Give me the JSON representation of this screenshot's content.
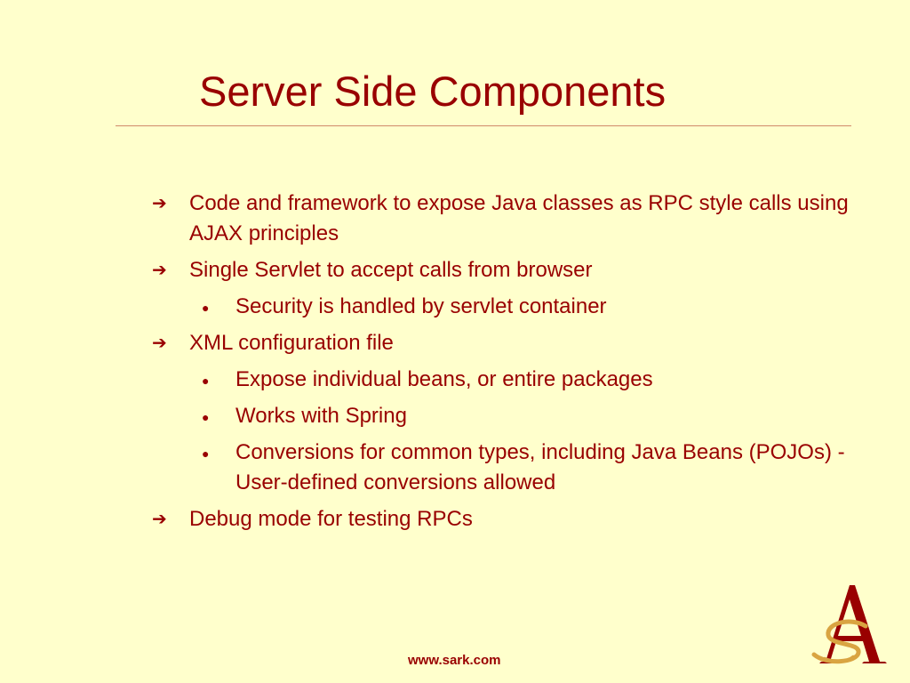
{
  "slide": {
    "title": "Server Side Components",
    "bullets": [
      {
        "level": 1,
        "marker": "➔",
        "text": "Code and framework to expose Java classes as RPC style calls using AJAX principles"
      },
      {
        "level": 1,
        "marker": "➔",
        "text": "Single Servlet to accept calls from browser"
      },
      {
        "level": 2,
        "marker": "●",
        "text": "Security is handled by servlet container"
      },
      {
        "level": 1,
        "marker": "➔",
        "text": "XML configuration file"
      },
      {
        "level": 2,
        "marker": "●",
        "text": "Expose individual beans, or entire packages"
      },
      {
        "level": 2,
        "marker": "●",
        "text": "Works with Spring"
      },
      {
        "level": 2,
        "marker": "●",
        "text": "Conversions for common types, including Java Beans (POJOs) - User-defined conversions allowed"
      },
      {
        "level": 1,
        "marker": "➔",
        "text": "Debug mode for testing RPCs"
      }
    ],
    "footer": "www.sark.com",
    "logo_letters": "AS"
  },
  "colors": {
    "background": "#FFFFCC",
    "text": "#990000",
    "divider": "#D08A6A",
    "logo_gold": "#D9A441"
  }
}
